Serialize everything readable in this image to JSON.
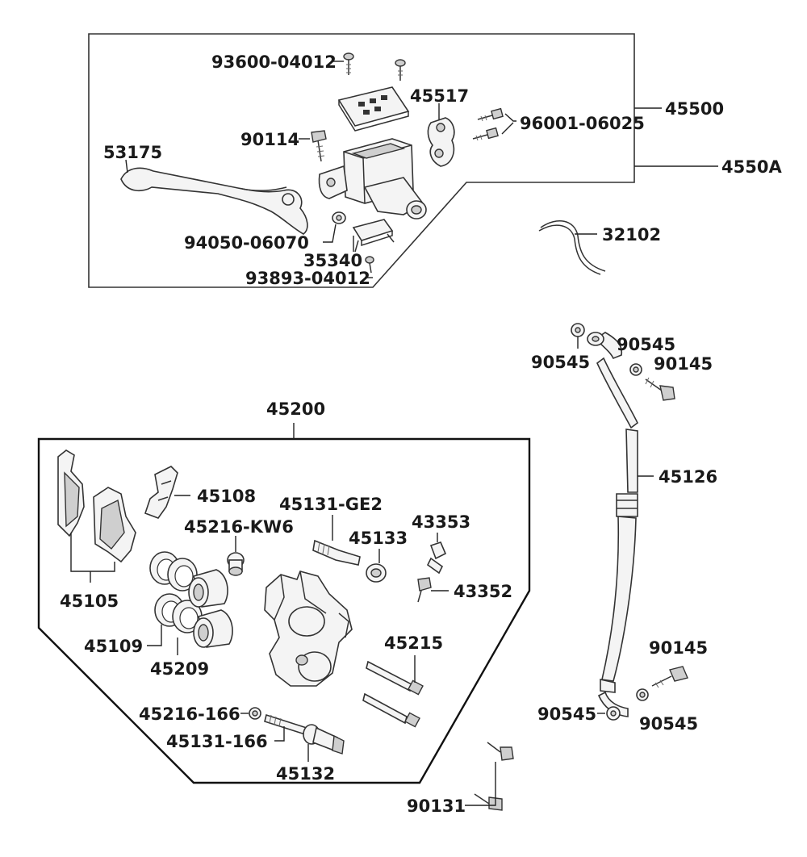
{
  "labels": {
    "p93600_04012": "93600-04012",
    "p45517": "45517",
    "p45500": "45500",
    "p96001_06025": "96001-06025",
    "p90114": "90114",
    "p53175": "53175",
    "p4550A": "4550A",
    "p32102": "32102",
    "p94050_06070": "94050-06070",
    "p35340": "35340",
    "p93893_04012": "93893-04012",
    "p90545_a": "90545",
    "p90545_b": "90545",
    "p90145_a": "90145",
    "p45200": "45200",
    "p45126": "45126",
    "p45108": "45108",
    "p45131_GE2": "45131-GE2",
    "p43353": "43353",
    "p45216_KW6": "45216-KW6",
    "p45133": "45133",
    "p43352": "43352",
    "p45105": "45105",
    "p45215": "45215",
    "p90145_b": "90145",
    "p45109": "45109",
    "p45209": "45209",
    "p90545_c": "90545",
    "p90545_d": "90545",
    "p45216_166": "45216-166",
    "p45131_166": "45131-166",
    "p45132": "45132",
    "p90131": "90131"
  }
}
